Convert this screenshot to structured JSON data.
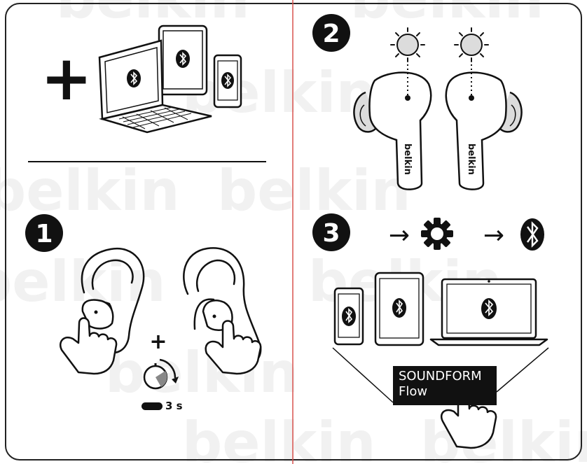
{
  "brand": {
    "logo_text": "belkin",
    "bud_brand_left": "belkin",
    "bud_brand_right": "belkin",
    "watermark_color": "#f3f3f3"
  },
  "colors": {
    "ink": "#111111",
    "divider": "#d9534f",
    "light_fill": "#dcdcdc"
  },
  "panel_prereq": {
    "plus_symbol": "+",
    "devices": [
      "laptop-icon",
      "tablet-icon",
      "phone-icon"
    ],
    "device_badges": [
      "bluetooth-icon",
      "bluetooth-icon",
      "bluetooth-icon"
    ]
  },
  "step1": {
    "number": "1",
    "plus_symbol": "+",
    "duration": "3 s",
    "icons": [
      "ear-left-icon",
      "ear-right-icon",
      "tap-hand-icon",
      "timer-icon"
    ]
  },
  "step2": {
    "number": "2",
    "icons": [
      "led-light-icon",
      "earbud-left-icon",
      "earbud-right-icon"
    ]
  },
  "step3": {
    "number": "3",
    "arrow_1": "→",
    "arrow_2": "→",
    "icons": [
      "gear-icon",
      "bluetooth-icon",
      "phone-icon",
      "tablet-icon",
      "laptop-icon",
      "tap-hand-icon"
    ],
    "device_name_line1": "SOUNDFORM",
    "device_name_line2": "Flow"
  }
}
